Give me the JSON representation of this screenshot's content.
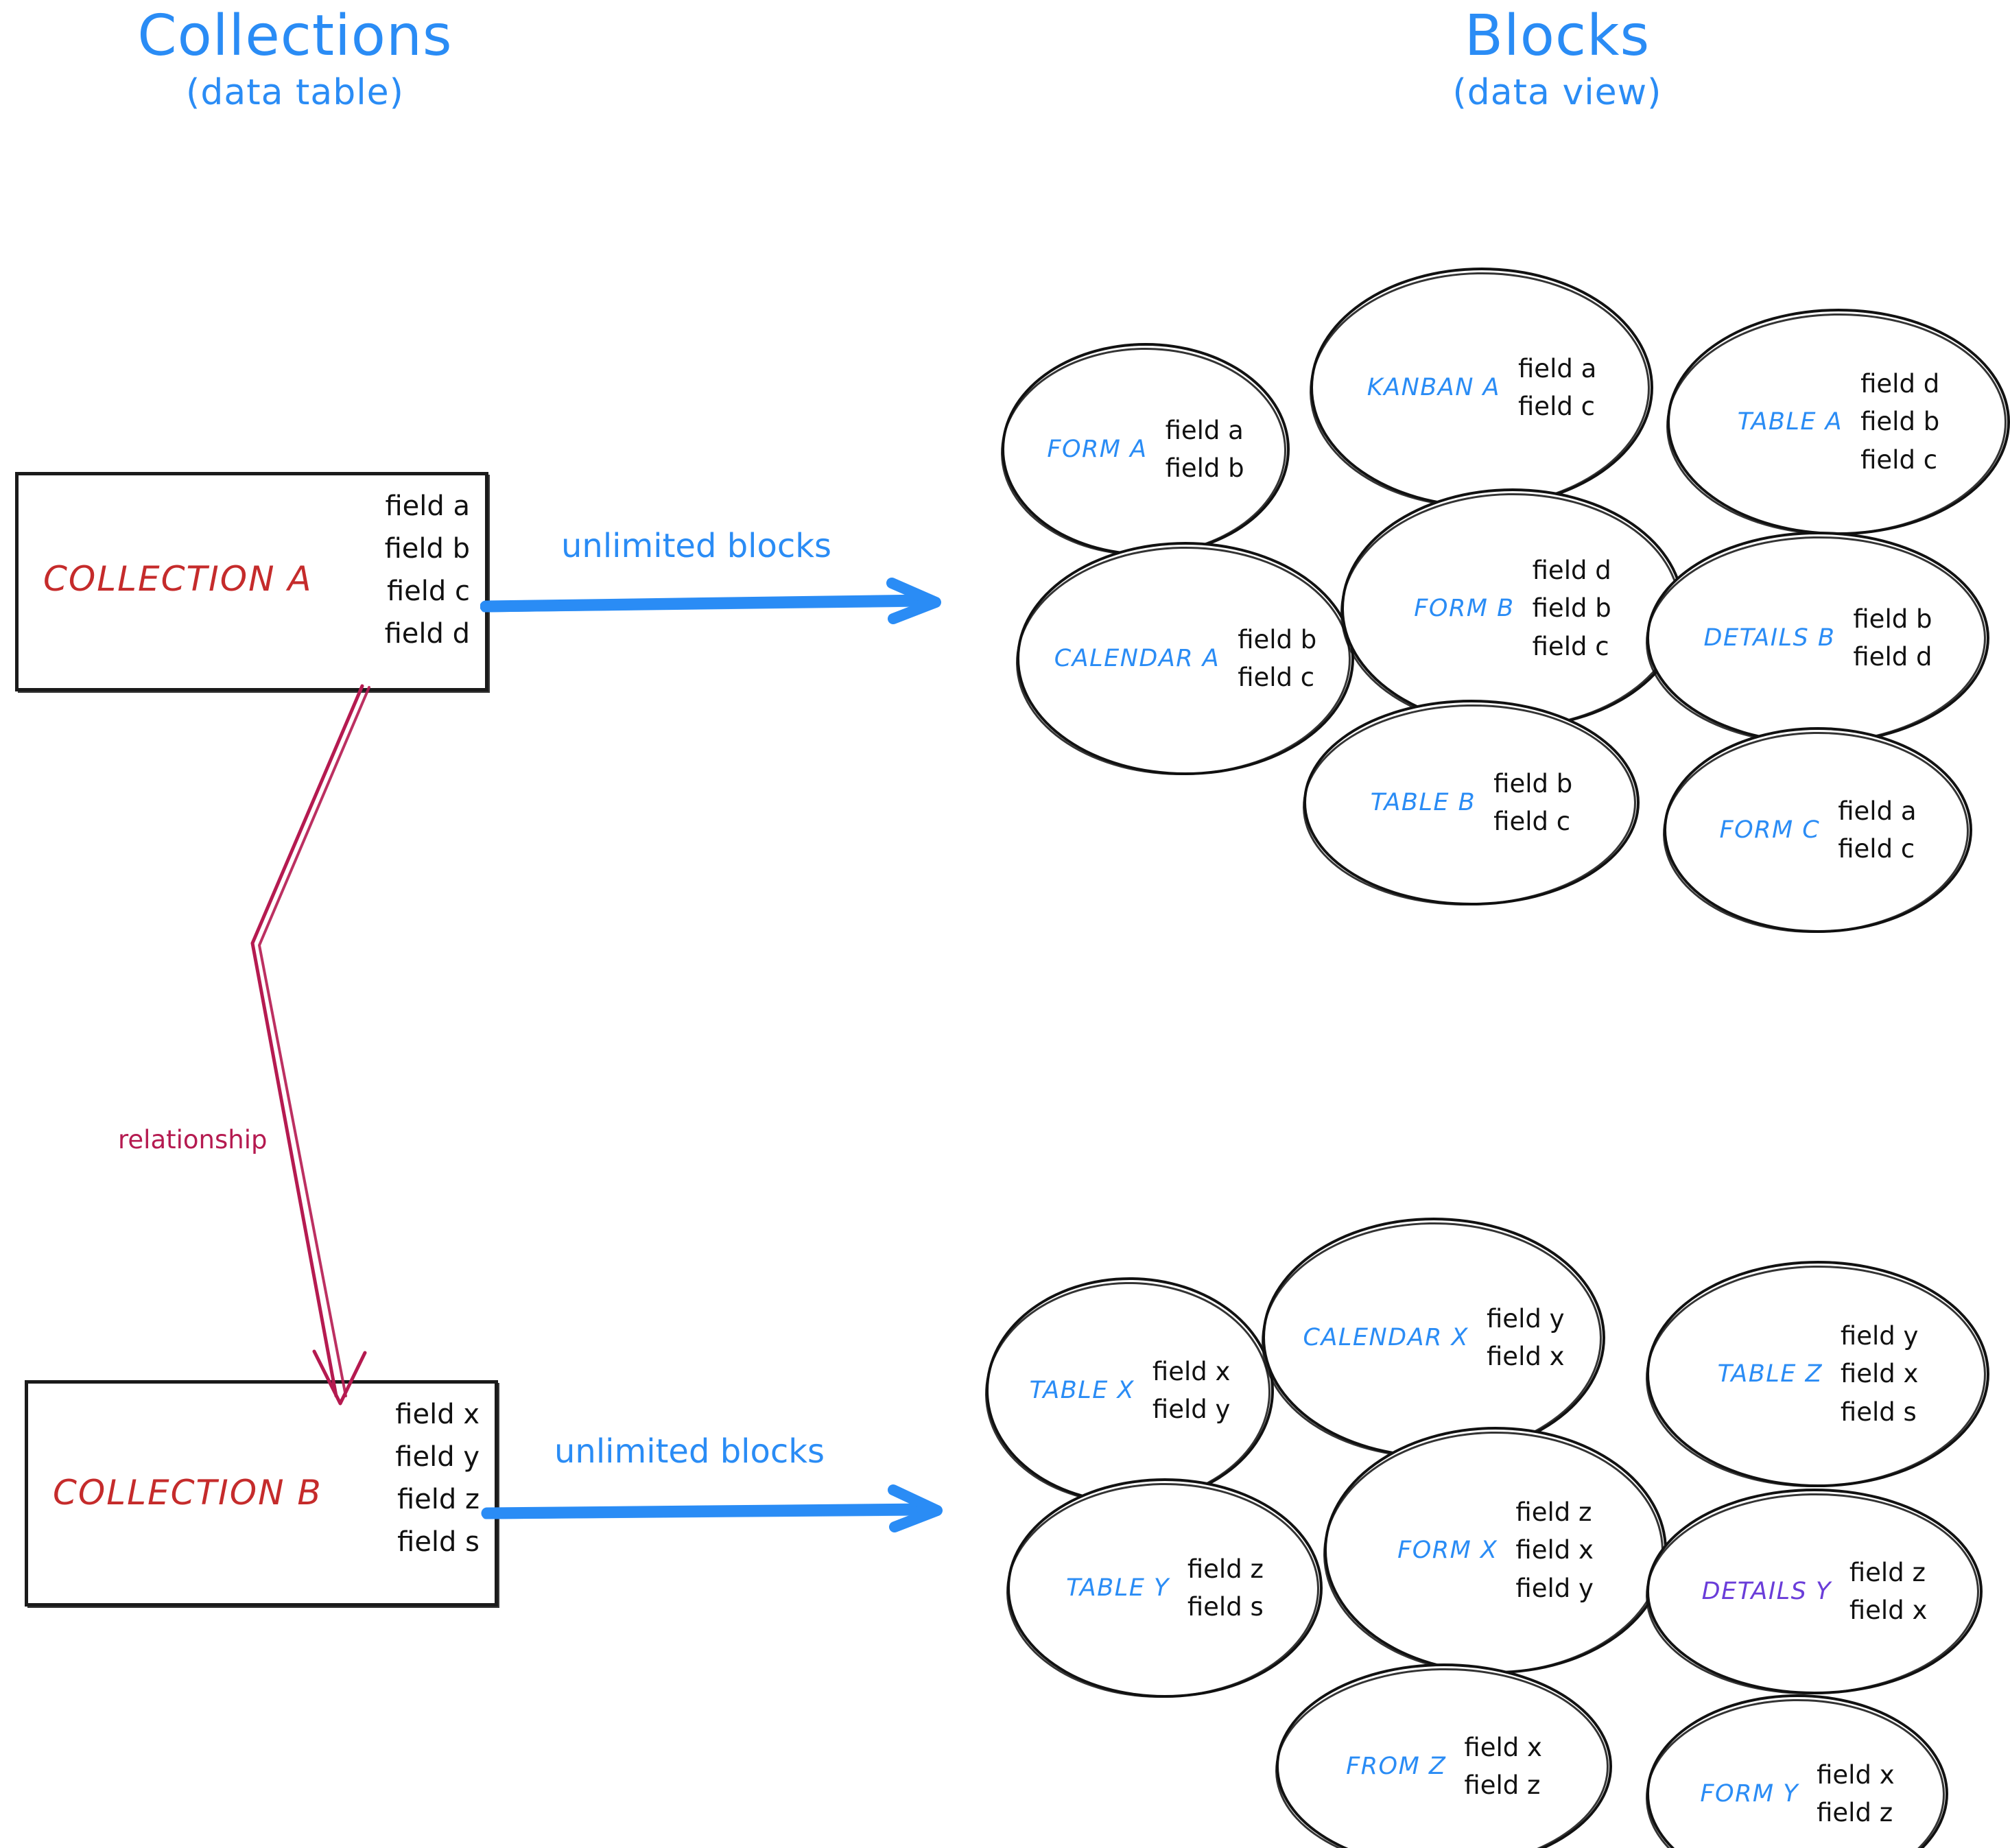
{
  "titles": {
    "left_main": "Collections",
    "left_sub": "(data table)",
    "right_main": "Blocks",
    "right_sub": "(data view)"
  },
  "colors": {
    "accent_blue": "#2a8cf5",
    "collection_red": "#c52b2b",
    "relationship_crimson": "#b51a50",
    "details_purple": "#6a3dd9",
    "ink_black": "#111111",
    "background": "#ffffff"
  },
  "collections": [
    {
      "id": "collection-a",
      "name": "COLLECTION A",
      "fields": [
        "field a",
        "field b",
        "field c",
        "field d"
      ]
    },
    {
      "id": "collection-b",
      "name": "COLLECTION B",
      "fields": [
        "field x",
        "field y",
        "field z",
        "field s"
      ]
    }
  ],
  "connectors": {
    "arrow_top_label": "unlimited blocks",
    "arrow_bottom_label": "unlimited blocks",
    "relationship_label": "relationship"
  },
  "block_groups": [
    {
      "id": "blocks-a",
      "source": "COLLECTION A",
      "blocks": [
        {
          "name": "FORM A",
          "fields": [
            "field a",
            "field b"
          ],
          "color": "blue"
        },
        {
          "name": "KANBAN A",
          "fields": [
            "field a",
            "field c"
          ],
          "color": "blue"
        },
        {
          "name": "TABLE A",
          "fields": [
            "field d",
            "field b",
            "field c"
          ],
          "color": "blue"
        },
        {
          "name": "CALENDAR A",
          "fields": [
            "field b",
            "field c"
          ],
          "color": "blue"
        },
        {
          "name": "FORM B",
          "fields": [
            "field d",
            "field b",
            "field c"
          ],
          "color": "blue"
        },
        {
          "name": "DETAILS B",
          "fields": [
            "field b",
            "field d"
          ],
          "color": "blue"
        },
        {
          "name": "TABLE B",
          "fields": [
            "field b",
            "field c"
          ],
          "color": "blue"
        },
        {
          "name": "FORM C",
          "fields": [
            "field a",
            "field c"
          ],
          "color": "blue"
        }
      ]
    },
    {
      "id": "blocks-b",
      "source": "COLLECTION B",
      "blocks": [
        {
          "name": "TABLE X",
          "fields": [
            "field x",
            "field y"
          ],
          "color": "blue"
        },
        {
          "name": "CALENDAR X",
          "fields": [
            "field y",
            "field x"
          ],
          "color": "blue"
        },
        {
          "name": "TABLE Z",
          "fields": [
            "field y",
            "field x",
            "field s"
          ],
          "color": "blue"
        },
        {
          "name": "TABLE Y",
          "fields": [
            "field z",
            "field s"
          ],
          "color": "blue"
        },
        {
          "name": "FORM X",
          "fields": [
            "field z",
            "field x",
            "field y"
          ],
          "color": "blue"
        },
        {
          "name": "DETAILS Y",
          "fields": [
            "field z",
            "field x"
          ],
          "color": "purple"
        },
        {
          "name": "FROM Z",
          "fields": [
            "field x",
            "field z"
          ],
          "color": "blue"
        },
        {
          "name": "FORM Y",
          "fields": [
            "field x",
            "field z"
          ],
          "color": "blue"
        }
      ]
    }
  ]
}
